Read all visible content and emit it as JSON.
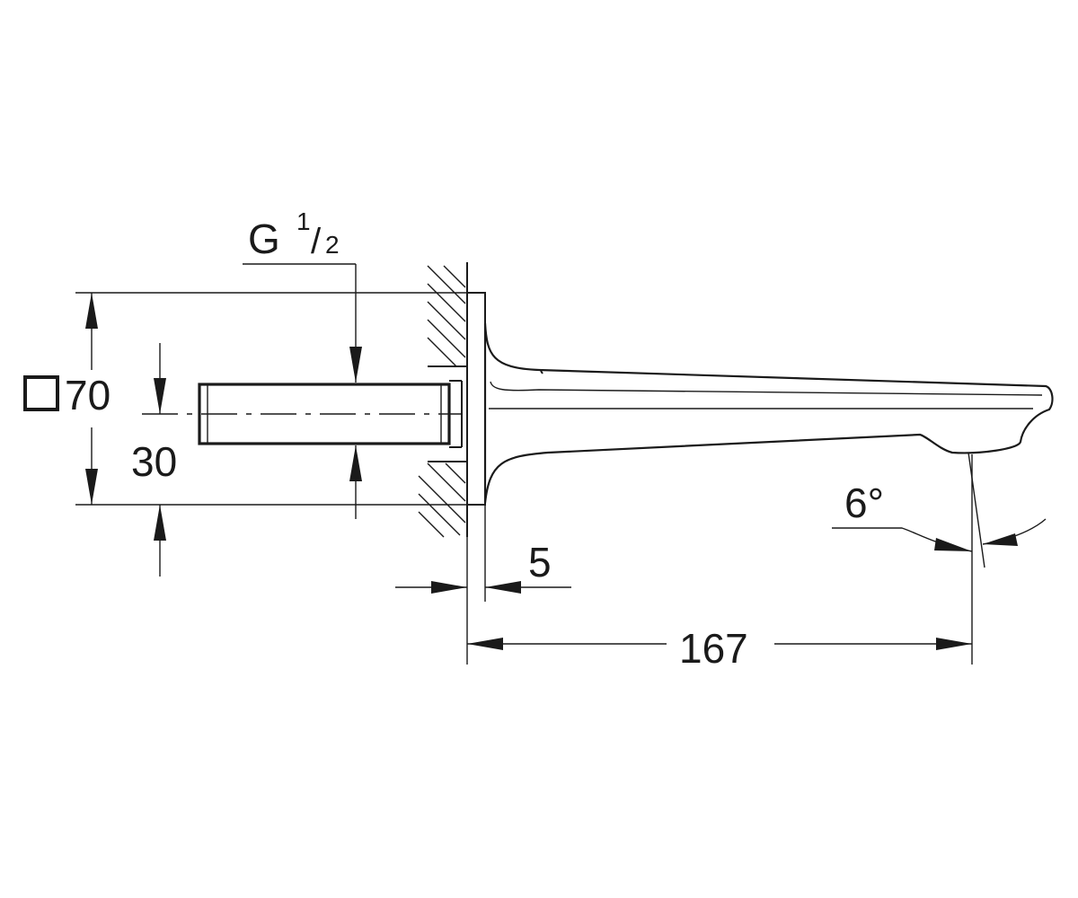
{
  "thread": {
    "letter": "G",
    "numerator": "1",
    "slash": "/",
    "denominator": "2"
  },
  "dimensions": {
    "flange_size": "70",
    "flange_symbol": "square-icon",
    "pipe_offset": "30",
    "flange_thickness": "5",
    "projection_length": "167",
    "outlet_angle": "6°"
  }
}
